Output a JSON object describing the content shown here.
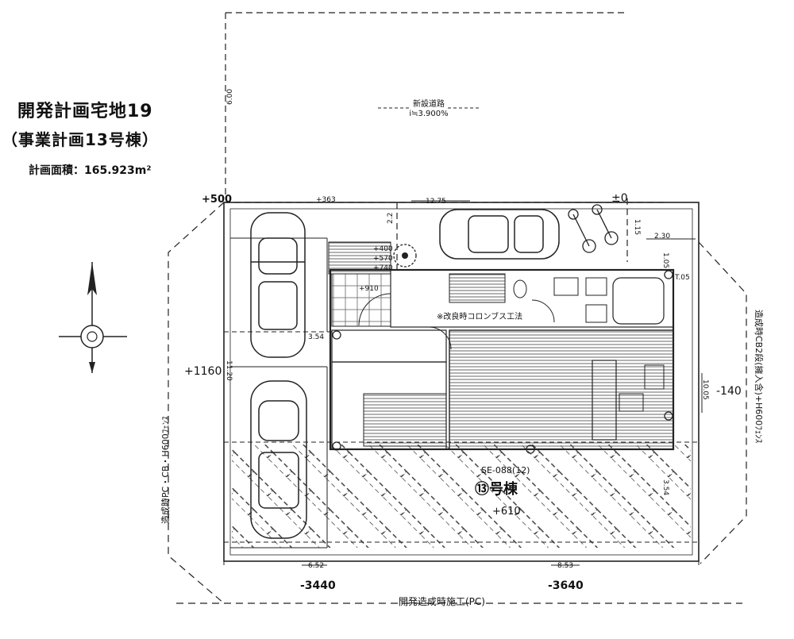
{
  "title": "開発計画宅地19",
  "subtitle": "（事業計画13号棟）",
  "area_text": "計画面積：165.923m²",
  "road": {
    "name": "新設道路",
    "slope": "i≒3.900%"
  },
  "building": {
    "name": "⑬号棟",
    "code": "SE-088(12)",
    "note": "※改良時コロンブス工法"
  },
  "levels": {
    "nw": "+500",
    "road_top": "+363",
    "ne": "±0",
    "step1": "+400",
    "step2": "+570",
    "step3": "+740",
    "entry": "+910",
    "west": "+1160",
    "east": "-140",
    "south_center": "+610",
    "sw": "-3440",
    "se": "-3640"
  },
  "dims": {
    "top_vertical": "6.00",
    "road_width": "12.75",
    "road_left_h": "2.2",
    "right_small": "1.15",
    "right_top": "2.30",
    "right_upper": "1.05",
    "right_upper2": "T.05",
    "left_mid": "3.54",
    "left_lower": "11.20",
    "right_mid": "10.05",
    "right_lower": "3.54",
    "bottom_left": "6.52",
    "bottom_right": "8.53"
  },
  "fences": {
    "west": "造成時PC・CB・H600ﾌｪﾝｽ",
    "east": "造成時CB2段(擁入含)+H600ﾌｪﾝｽ",
    "south": "開発造成時施工(PC)"
  }
}
